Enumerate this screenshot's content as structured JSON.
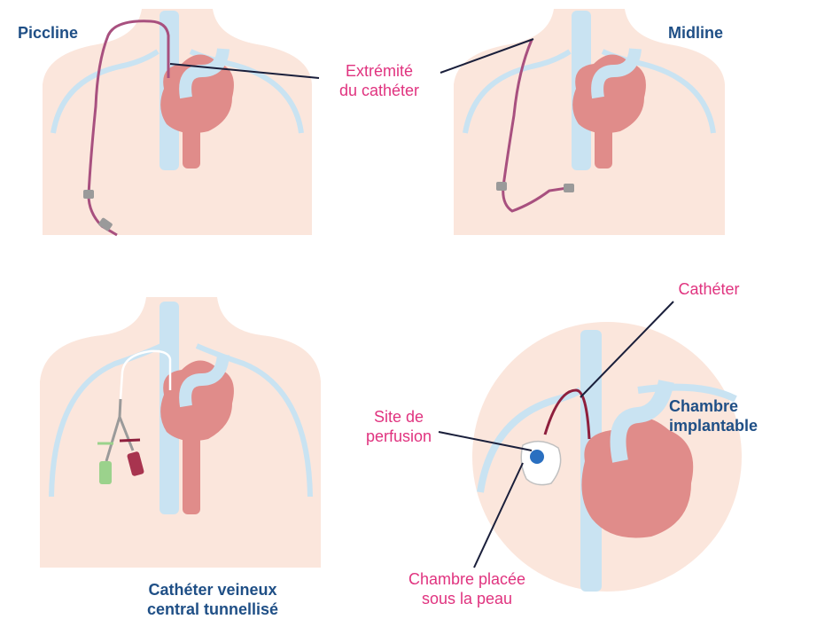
{
  "colors": {
    "skin": "#fbe6dc",
    "vein": "#c9e3f2",
    "heart": "#e08c8a",
    "heart_dark": "#d0706f",
    "catheter_purple": "#a8507f",
    "catheter_dark": "#8e1f3d",
    "pointer_line": "#1a1f3b",
    "title_blue": "#1f4f86",
    "label_pink": "#e0337f"
  },
  "panels": {
    "piccline": {
      "title": "Piccline"
    },
    "midline": {
      "title": "Midline"
    },
    "tunnelled": {
      "title_line1": "Cathéter veineux",
      "title_line2": "central tunnellisé"
    },
    "port": {
      "title_line1": "Chambre",
      "title_line2": "implantable"
    }
  },
  "labels": {
    "catheter_tip_line1": "Extrémité",
    "catheter_tip_line2": "du cathéter",
    "catheter": "Cathéter",
    "infusion_site_line1": "Site de",
    "infusion_site_line2": "perfusion",
    "chamber_line1": "Chambre placée",
    "chamber_line2": "sous la peau"
  }
}
